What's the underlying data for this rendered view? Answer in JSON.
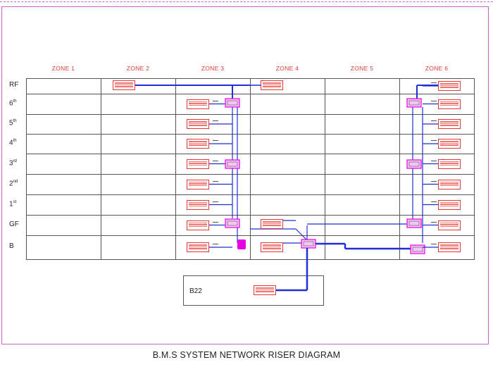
{
  "title": "B.M.S SYSTEM NETWORK RISER DIAGRAM",
  "zones": [
    "ZONE 1",
    "ZONE 2",
    "ZONE 3",
    "ZONE 4",
    "ZONE 5",
    "ZONE 6"
  ],
  "floors": [
    {
      "base": "RF",
      "sup": ""
    },
    {
      "base": "6",
      "sup": "th"
    },
    {
      "base": "5",
      "sup": "th"
    },
    {
      "base": "4",
      "sup": "th"
    },
    {
      "base": "3",
      "sup": "rd"
    },
    {
      "base": "2",
      "sup": "nd"
    },
    {
      "base": "1",
      "sup": "st"
    },
    {
      "base": "GF",
      "sup": ""
    },
    {
      "base": "B",
      "sup": ""
    }
  ],
  "basement_level": "B22",
  "colors": {
    "frame": "#cc66cc",
    "device": "#e53935",
    "network": "#1e2fd6",
    "switch": "#e600e6"
  }
}
